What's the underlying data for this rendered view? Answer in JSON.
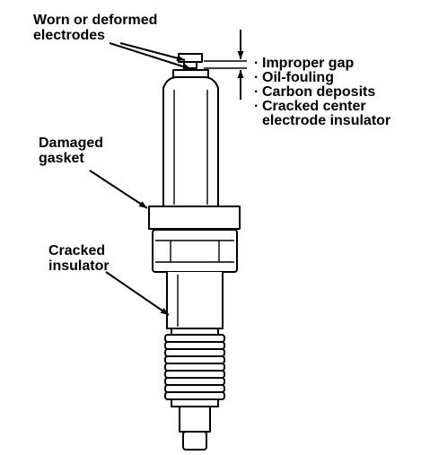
{
  "labels": {
    "worn_electrodes": [
      "Worn or deformed",
      "electrodes"
    ],
    "damaged_gasket": [
      "Damaged",
      "gasket"
    ],
    "cracked_insulator": [
      "Cracked",
      "insulator"
    ]
  },
  "gap_faults": {
    "bullet": "·",
    "items": [
      "Improper gap",
      "Oil-fouling",
      "Carbon deposits",
      "Cracked center"
    ],
    "continuation": "electrode insulator"
  },
  "colors": {
    "line": "#000000",
    "background": "#ffffff"
  }
}
